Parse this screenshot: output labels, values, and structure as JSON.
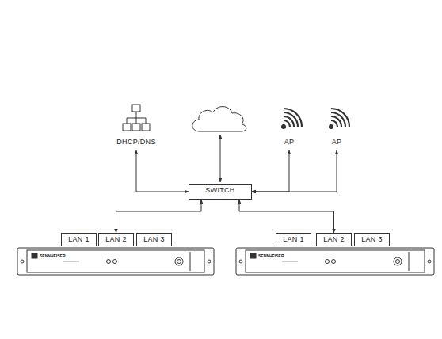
{
  "diagram": {
    "nodes": [
      {
        "text": [
          "DHCP/DNS"
        ]
      },
      {
        "text": [
          "AP"
        ]
      },
      {
        "text": [
          "AP"
        ]
      },
      {
        "text": [
          "SWITCH"
        ]
      },
      {
        "text": [
          "LAN 1"
        ]
      },
      {
        "text": [
          "LAN 2"
        ]
      },
      {
        "text": [
          "LAN 3"
        ]
      },
      {
        "text": [
          "LAN 1"
        ]
      },
      {
        "text": [
          "LAN 2"
        ]
      },
      {
        "text": [
          "LAN 3"
        ]
      }
    ],
    "edges": [
      {
        "from": 3,
        "to": 0,
        "arrow": "both"
      },
      {
        "from": 3,
        "to": 1,
        "arrow": "both"
      },
      {
        "from": 3,
        "to": 2,
        "arrow": "both"
      },
      {
        "from": 3,
        "to": 5,
        "arrow": "both"
      },
      {
        "from": 3,
        "to": 8,
        "arrow": "both"
      }
    ],
    "labels": [
      "SENNHEISER",
      "SENNHEISER"
    ]
  }
}
